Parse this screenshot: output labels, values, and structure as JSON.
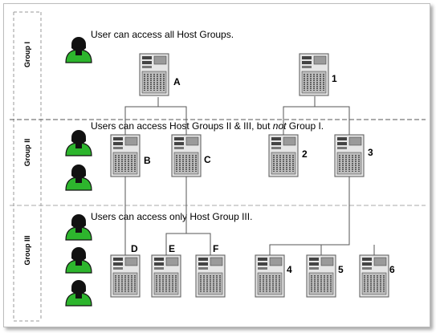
{
  "groups": [
    {
      "label": "Group I",
      "caption": "User can access all Host Groups."
    },
    {
      "label": "Group II",
      "caption_pre": "Users can access  Host Groups II & III,  but ",
      "caption_em": "not",
      "caption_post": " Group I."
    },
    {
      "label": "Group III",
      "caption": "Users can access only Host Group III."
    }
  ],
  "hosts": [
    "A",
    "1",
    "B",
    "C",
    "2",
    "3",
    "D",
    "E",
    "F",
    "4",
    "5",
    "6"
  ],
  "colors": {
    "user_green": "#2db52d",
    "line": "#555555",
    "server_fill": "#d9d9d9"
  }
}
